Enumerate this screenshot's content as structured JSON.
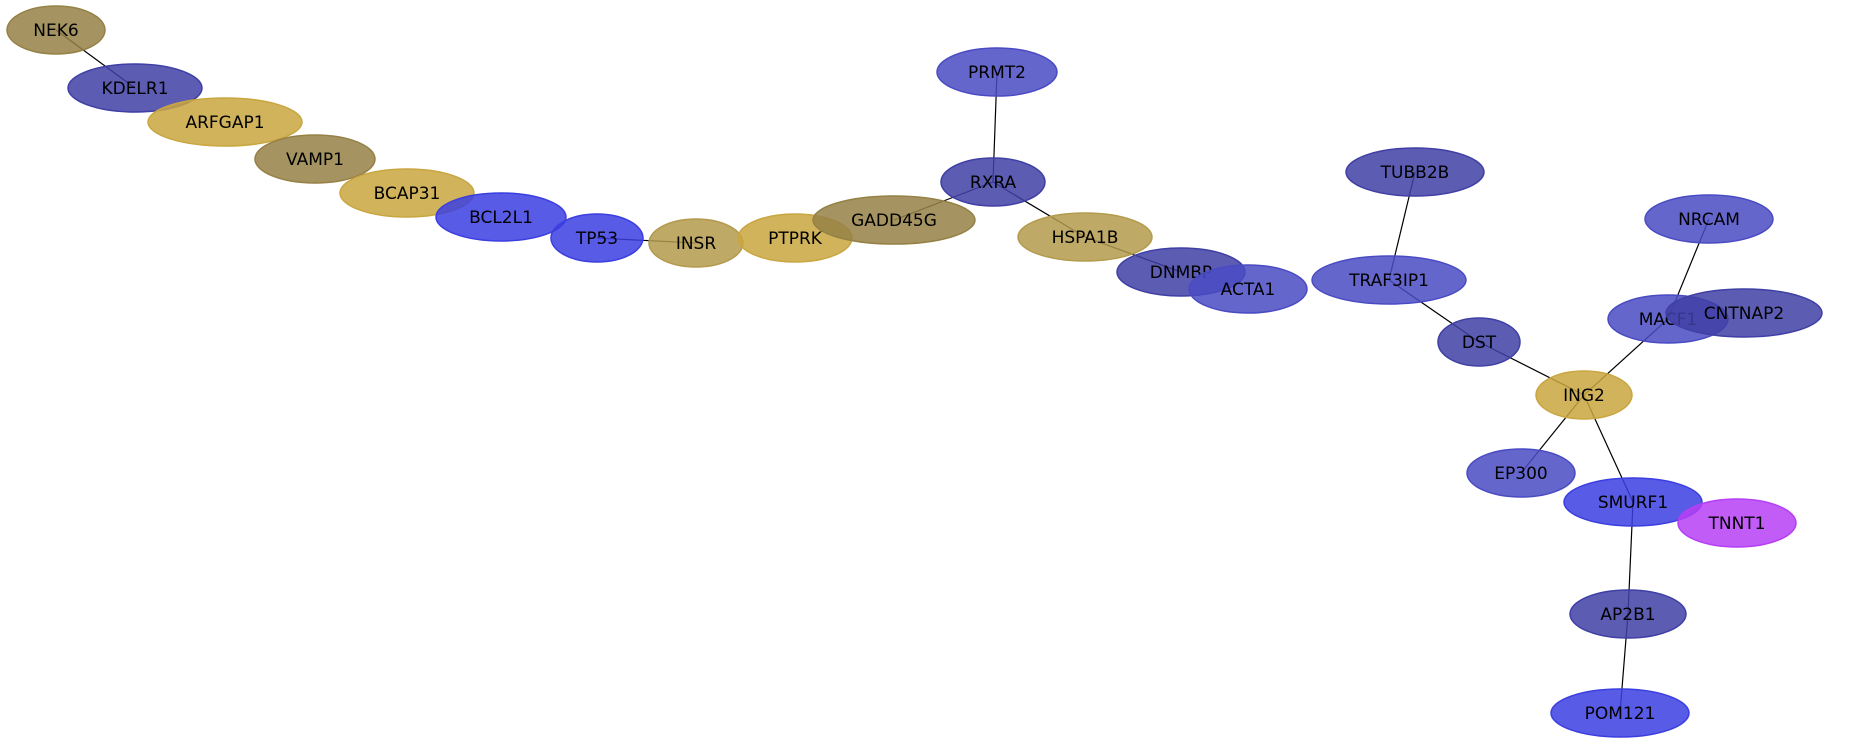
{
  "network": {
    "colors": {
      "blue": "#4a4bc3",
      "blue_dark": "#3f3fa5",
      "blue_bright": "#3b3ee0",
      "gold": "#c9a640",
      "olive": "#958145",
      "olive_light": "#b39a4c",
      "magenta": "#b63ff5",
      "edge": "#000000"
    },
    "nodes": [
      {
        "id": "NEK6",
        "label": "NEK6",
        "color": "olive"
      },
      {
        "id": "KDELR1",
        "label": "KDELR1",
        "color": "blue_dark"
      },
      {
        "id": "ARFGAP1",
        "label": "ARFGAP1",
        "color": "gold"
      },
      {
        "id": "VAMP1",
        "label": "VAMP1",
        "color": "olive"
      },
      {
        "id": "BCAP31",
        "label": "BCAP31",
        "color": "gold"
      },
      {
        "id": "BCL2L1",
        "label": "BCL2L1",
        "color": "blue_bright"
      },
      {
        "id": "TP53",
        "label": "TP53",
        "color": "blue_bright"
      },
      {
        "id": "INSR",
        "label": "INSR",
        "color": "olive_light"
      },
      {
        "id": "PTPRK",
        "label": "PTPRK",
        "color": "gold"
      },
      {
        "id": "GADD45G",
        "label": "GADD45G",
        "color": "olive"
      },
      {
        "id": "PRMT2",
        "label": "PRMT2",
        "color": "blue"
      },
      {
        "id": "RXRA",
        "label": "RXRA",
        "color": "blue_dark"
      },
      {
        "id": "HSPA1B",
        "label": "HSPA1B",
        "color": "olive_light"
      },
      {
        "id": "DNMBP",
        "label": "DNMBP",
        "color": "blue_dark"
      },
      {
        "id": "ACTA1",
        "label": "ACTA1",
        "color": "blue"
      },
      {
        "id": "TRAF3IP1",
        "label": "TRAF3IP1",
        "color": "blue"
      },
      {
        "id": "TUBB2B",
        "label": "TUBB2B",
        "color": "blue_dark"
      },
      {
        "id": "DST",
        "label": "DST",
        "color": "blue_dark"
      },
      {
        "id": "NRCAM",
        "label": "NRCAM",
        "color": "blue"
      },
      {
        "id": "MACF1",
        "label": "MACF1",
        "color": "blue"
      },
      {
        "id": "CNTNAP2",
        "label": "CNTNAP2",
        "color": "blue_dark"
      },
      {
        "id": "ING2",
        "label": "ING2",
        "color": "gold"
      },
      {
        "id": "EP300",
        "label": "EP300",
        "color": "blue"
      },
      {
        "id": "SMURF1",
        "label": "SMURF1",
        "color": "blue_bright"
      },
      {
        "id": "TNNT1",
        "label": "TNNT1",
        "color": "magenta"
      },
      {
        "id": "AP2B1",
        "label": "AP2B1",
        "color": "blue_dark"
      },
      {
        "id": "POM121",
        "label": "POM121",
        "color": "blue_bright"
      }
    ],
    "edges": [
      [
        "NEK6",
        "KDELR1"
      ],
      [
        "TP53",
        "INSR"
      ],
      [
        "GADD45G",
        "RXRA"
      ],
      [
        "PRMT2",
        "RXRA"
      ],
      [
        "RXRA",
        "HSPA1B"
      ],
      [
        "HSPA1B",
        "DNMBP"
      ],
      [
        "TUBB2B",
        "TRAF3IP1"
      ],
      [
        "TRAF3IP1",
        "DST"
      ],
      [
        "DST",
        "ING2"
      ],
      [
        "NRCAM",
        "MACF1"
      ],
      [
        "MACF1",
        "ING2"
      ],
      [
        "ING2",
        "EP300"
      ],
      [
        "ING2",
        "SMURF1"
      ],
      [
        "SMURF1",
        "AP2B1"
      ],
      [
        "AP2B1",
        "POM121"
      ]
    ]
  }
}
